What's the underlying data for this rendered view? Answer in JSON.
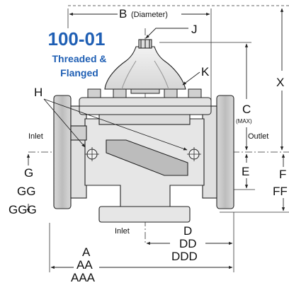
{
  "product": {
    "model": "100-01",
    "line1": "Threaded &",
    "line2": "Flanged"
  },
  "labels": {
    "B": "B",
    "B_note": "(Diameter)",
    "J": "J",
    "K": "K",
    "H": "H",
    "X": "X",
    "C": "C",
    "C_note": "(MAX)",
    "inlet_left": "Inlet",
    "outlet_right": "Outlet",
    "inlet_bottom": "Inlet",
    "G": "G",
    "GG": "GG",
    "GGG": "GGG",
    "E": "E",
    "F": "F",
    "FF": "FF",
    "D": "D",
    "DD": "DD",
    "DDD": "DDD",
    "A": "A",
    "AA": "AA",
    "AAA": "AAA"
  },
  "colors": {
    "title_blue": "#1f5fb4",
    "line": "#222222",
    "body_fill": "#e4e4e4",
    "body_dark": "#b9b9b9",
    "flange_fill": "#cfcfcf"
  }
}
